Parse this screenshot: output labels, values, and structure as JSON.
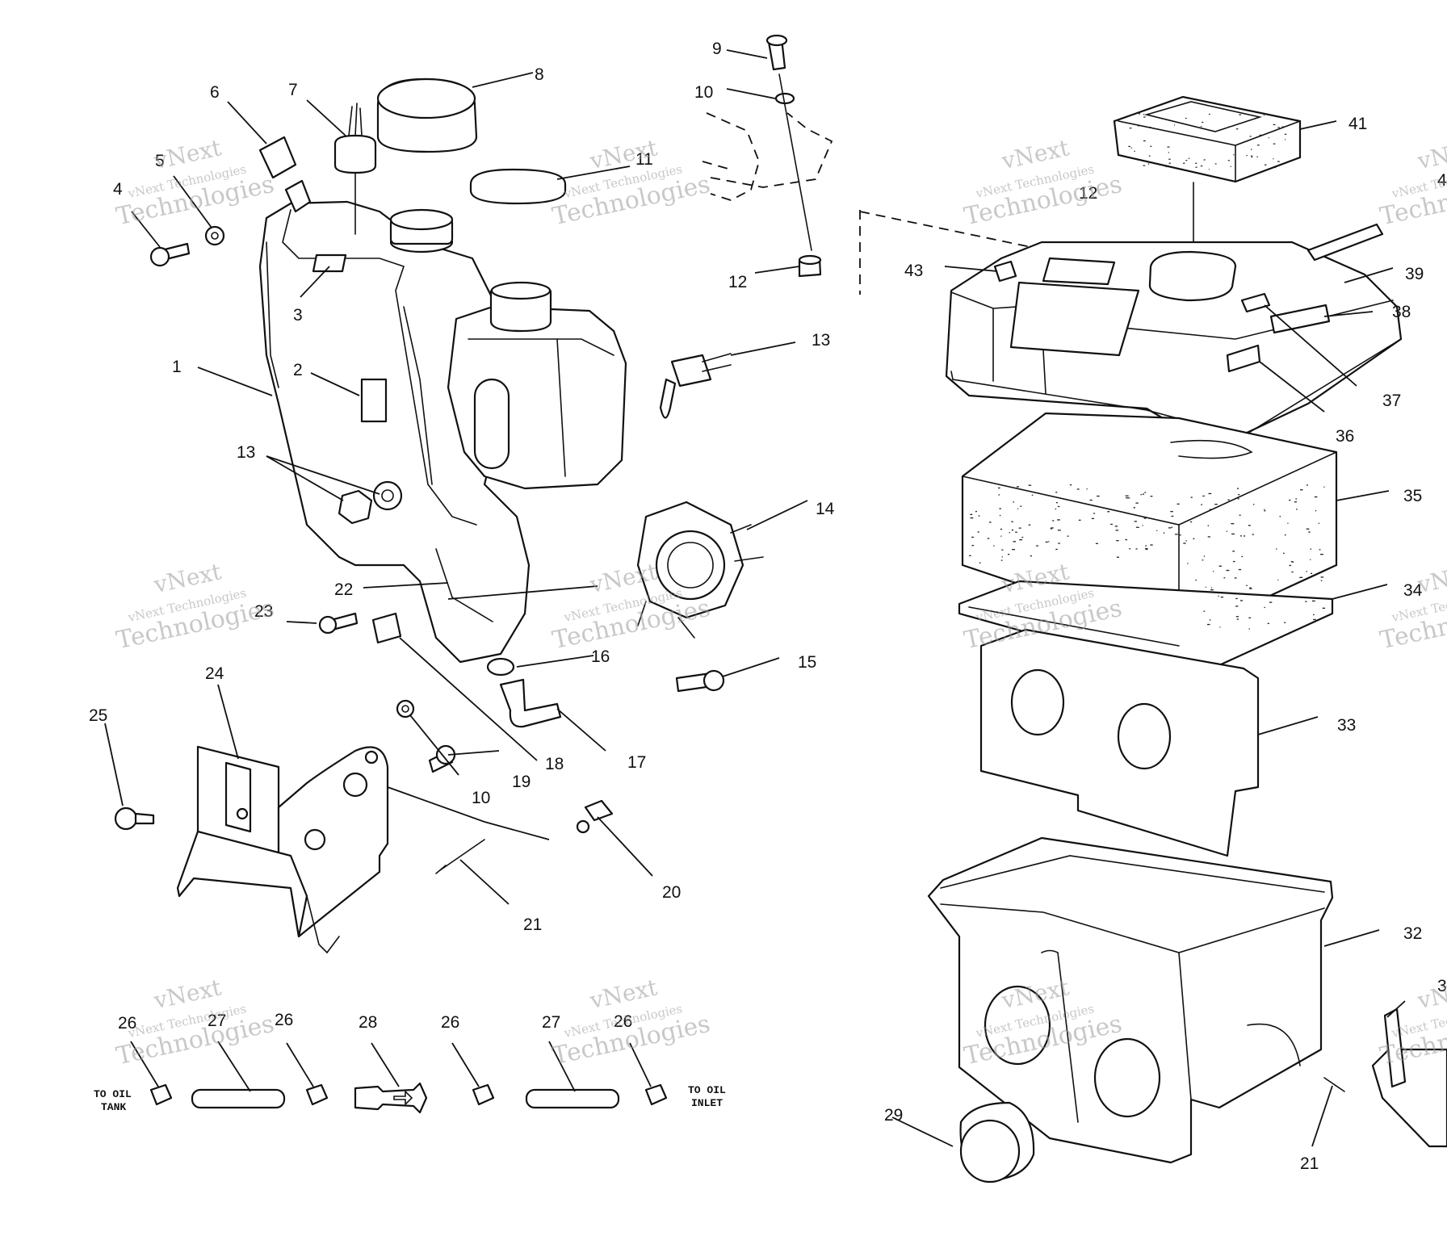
{
  "callouts": {
    "c1": "1",
    "c2": "2",
    "c3": "3",
    "c4": "4",
    "c5": "5",
    "c6": "6",
    "c7": "7",
    "c8": "8",
    "c9": "9",
    "c10a": "10",
    "c10b": "10",
    "c11": "11",
    "c12a": "12",
    "c12b": "12",
    "c13a": "13",
    "c13b": "13",
    "c14": "14",
    "c15": "15",
    "c16": "16",
    "c17": "17",
    "c18": "18",
    "c19": "19",
    "c20": "20",
    "c21a": "21",
    "c21b": "21",
    "c22": "22",
    "c23": "23",
    "c24": "24",
    "c25": "25",
    "c26a": "26",
    "c26b": "26",
    "c26c": "26",
    "c26d": "26",
    "c27a": "27",
    "c27b": "27",
    "c28": "28",
    "c29": "29",
    "c32": "32",
    "c33": "33",
    "c34": "34",
    "c35": "35",
    "c36": "36",
    "c37": "37",
    "c38": "38",
    "c39": "39",
    "c41": "41",
    "c43": "43",
    "c_edge_top": "4",
    "c_edge_bottom": "3"
  },
  "labels": {
    "to_oil_tank_1": "TO OIL",
    "to_oil_tank_2": "TANK",
    "to_oil_inlet_1": "TO OIL",
    "to_oil_inlet_2": "INLET"
  },
  "watermark": {
    "line1": "vNext Technologies",
    "line2": "vNext",
    "line3": "Technologies"
  }
}
